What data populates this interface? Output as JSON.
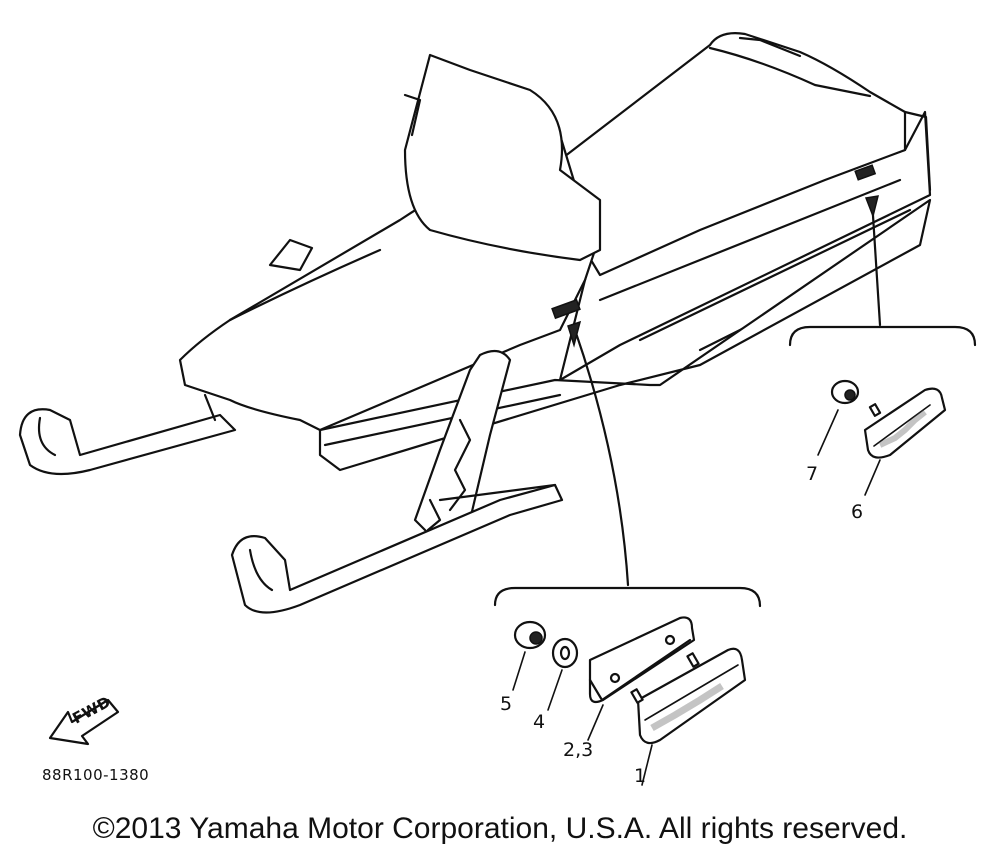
{
  "diagram": {
    "callouts": {
      "c1": "1",
      "c23": "2,3",
      "c4": "4",
      "c5": "5",
      "c6": "6",
      "c7": "7"
    },
    "fwd_label": "FWD",
    "drawing_code": "88R100-1380"
  },
  "footer": {
    "copyright": "©2013 Yamaha Motor Corporation, U.S.A. All rights reserved."
  }
}
